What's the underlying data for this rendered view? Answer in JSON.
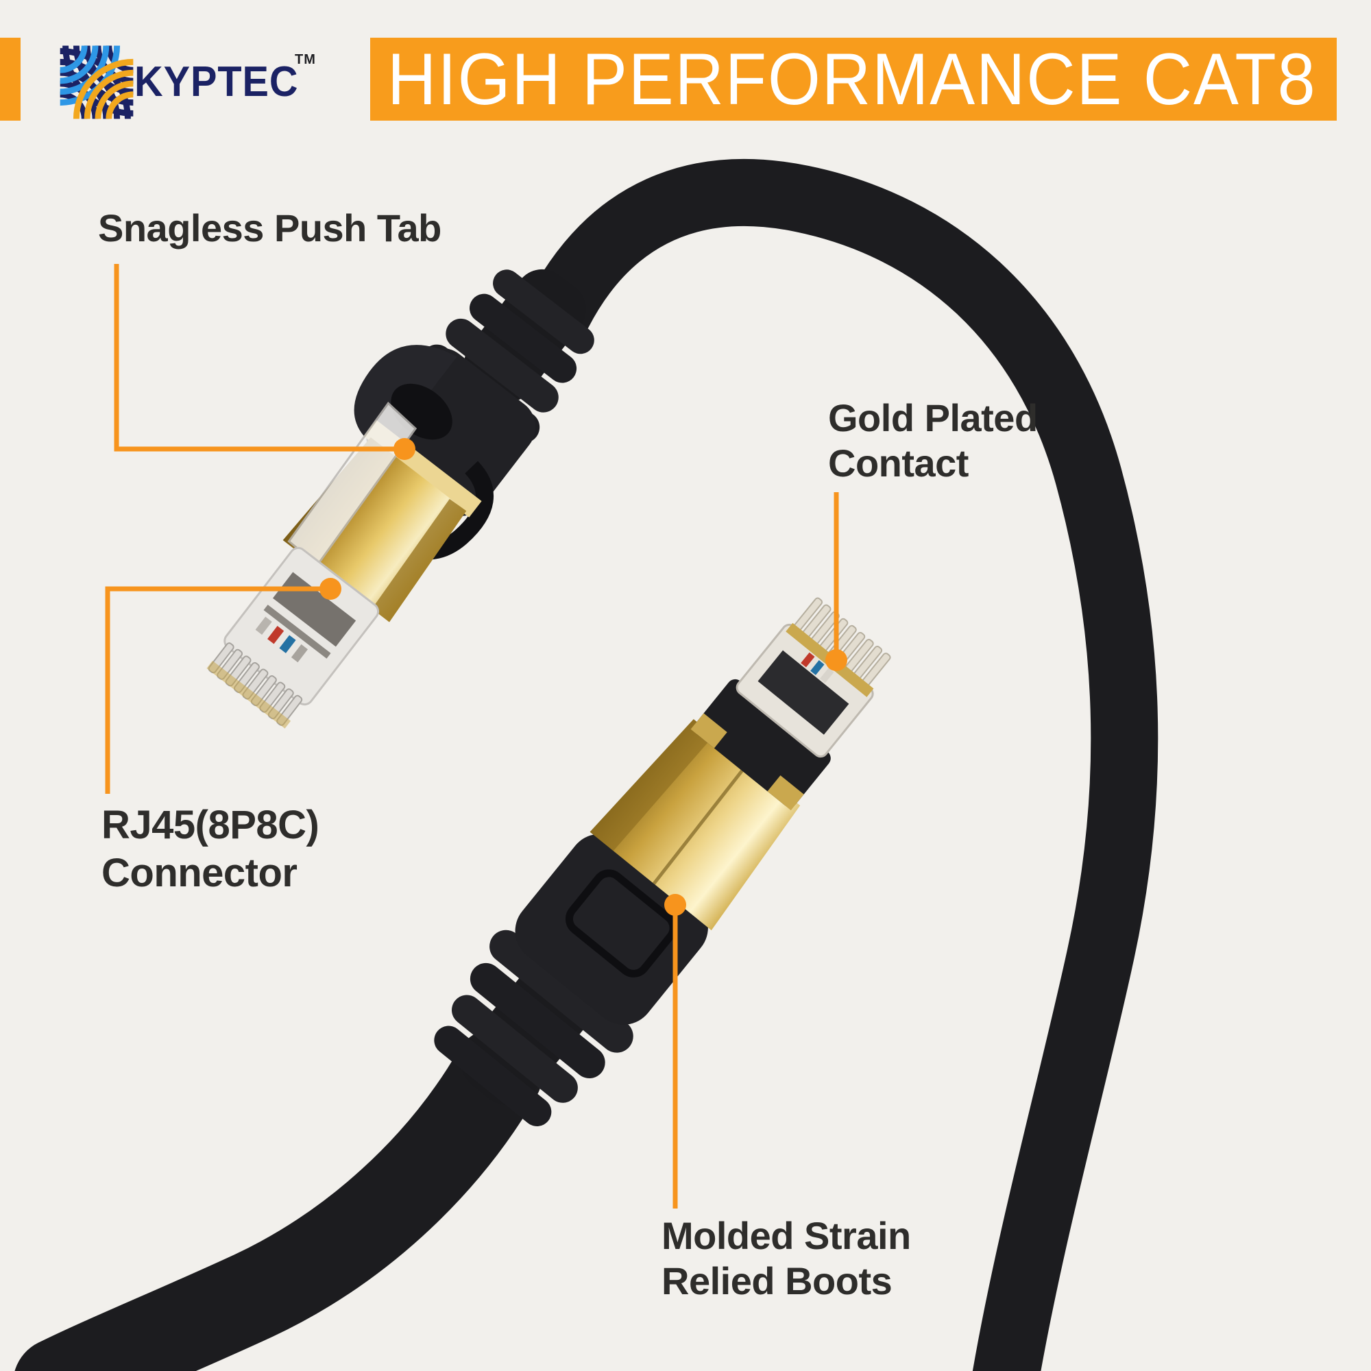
{
  "page": {
    "background": "#f2f0ec"
  },
  "brand": {
    "name": "KYPTEC",
    "trademark": "TM",
    "colors": {
      "navy": "#1b2264",
      "blue": "#2e97e6",
      "yellow": "#f2a71d"
    }
  },
  "banner": {
    "text": "HIGH PERFORMANCE CAT8",
    "background": "#f89c1c",
    "text_color": "#ffffff"
  },
  "callouts": {
    "snagless": {
      "lines": [
        "Snagless Push Tab"
      ]
    },
    "gold_contact": {
      "lines": [
        "Gold Plated",
        "Contact"
      ]
    },
    "rj45": {
      "lines": [
        "RJ45(8P8C)",
        "Connector"
      ]
    },
    "boots": {
      "lines": [
        "Molded Strain",
        "Relied Boots"
      ]
    }
  },
  "leader": {
    "color": "#f7941d"
  },
  "photo_colors": {
    "cable_black": "#1c1c1f",
    "boot_black": "#212125",
    "gold_plating": "#d9b75d",
    "clear_plastic": "#e9e7e3"
  }
}
